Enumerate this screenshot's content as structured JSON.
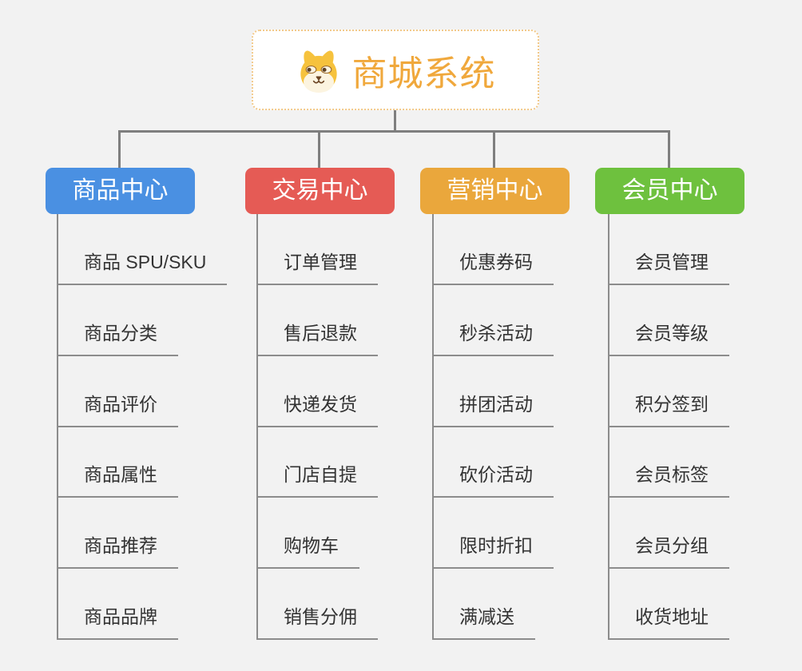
{
  "root": {
    "title": "商城系统",
    "icon": "dog-face-icon"
  },
  "colors": {
    "background": "#f2f2f2",
    "root_title": "#f0a83c",
    "root_border": "#f2c98a",
    "connector": "#7f7f7f",
    "trunk_and_underline": "#8c8c8c",
    "item_text": "#333333",
    "branch_text": "#ffffff"
  },
  "branches": [
    {
      "label": "商品中心",
      "color": "#4a90e2",
      "items": [
        "商品 SPU/SKU",
        "商品分类",
        "商品评价",
        "商品属性",
        "商品推荐",
        "商品品牌"
      ]
    },
    {
      "label": "交易中心",
      "color": "#e55b55",
      "items": [
        "订单管理",
        "售后退款",
        "快递发货",
        "门店自提",
        "购物车",
        "销售分佣"
      ]
    },
    {
      "label": "营销中心",
      "color": "#eaa73c",
      "items": [
        "优惠券码",
        "秒杀活动",
        "拼团活动",
        "砍价活动",
        "限时折扣",
        "满减送"
      ]
    },
    {
      "label": "会员中心",
      "color": "#6ec13e",
      "items": [
        "会员管理",
        "会员等级",
        "积分签到",
        "会员标签",
        "会员分组",
        "收货地址"
      ]
    }
  ]
}
